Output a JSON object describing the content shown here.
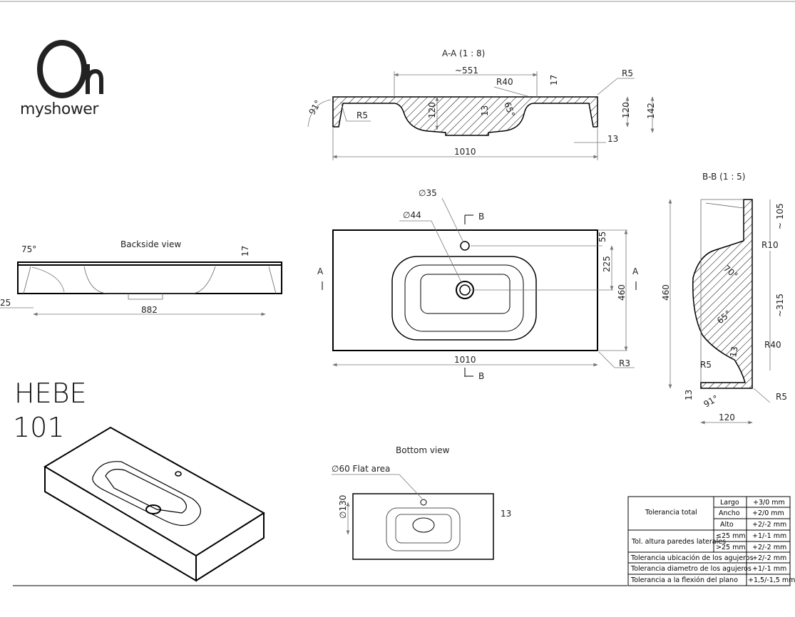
{
  "logo": {
    "brand": "myshower"
  },
  "product": {
    "name": "HEBE",
    "model": "101"
  },
  "section_aa": {
    "title": "A-A (1 : 8)",
    "dims": {
      "width_inner": "~551",
      "r40": "R40",
      "d17": "17",
      "r5_top": "R5",
      "angle91": "91°",
      "r5_left": "R5",
      "d120_inner": "120",
      "d13": "13",
      "angle65": "65°",
      "d120": "120",
      "d142": "142",
      "d13_side": "13",
      "d1010": "1010"
    }
  },
  "backside_view": {
    "title": "Backside view",
    "dims": {
      "angle75": "75°",
      "d17": "17",
      "d25": "25",
      "d882": "882"
    }
  },
  "plan_view": {
    "dims": {
      "d35": "∅35",
      "d44": "∅44",
      "b_top": "B",
      "b_bottom": "B",
      "a_left": "A",
      "a_right": "A",
      "d55": "55",
      "d225": "225",
      "d460": "460",
      "d1010": "1010",
      "r3": "R3"
    }
  },
  "section_bb": {
    "title": "B-B (1 : 5)",
    "dims": {
      "d105": "~ 105",
      "r10": "R10",
      "angle70": "70°",
      "d460": "460",
      "d315": "~315",
      "angle65": "65°",
      "d13": "13",
      "r40": "R40",
      "r5_left": "R5",
      "d13_bottom": "13",
      "angle91": "91°",
      "r5_right": "R5",
      "d120": "120"
    }
  },
  "bottom_view": {
    "title": "Bottom view",
    "dims": {
      "flat_area": "∅60 Flat area",
      "d130": "∅130",
      "d13": "13"
    }
  },
  "tolerance_table": {
    "rows": [
      {
        "group": "Tolerancia total",
        "sub": "Largo",
        "value": "+3/0 mm"
      },
      {
        "group": "",
        "sub": "Ancho",
        "value": "+2/0 mm"
      },
      {
        "group": "",
        "sub": "Alto",
        "value": "+2/-2 mm"
      },
      {
        "group": "Tol. altura paredes laterales",
        "sub": "≤25 mm",
        "value": "+1/-1 mm"
      },
      {
        "group": "",
        "sub": ">25 mm",
        "value": "+2/-2 mm"
      },
      {
        "group": "Tolerancia ubicación de los agujeros",
        "sub": "",
        "value": "+2/-2 mm"
      },
      {
        "group": "Tolerancia diametro de los agujeros",
        "sub": "",
        "value": "+1/-1 mm"
      },
      {
        "group": "Tolerancia a la flexión del plano",
        "sub": "",
        "value": "+1,5/-1,5 mm"
      }
    ]
  }
}
